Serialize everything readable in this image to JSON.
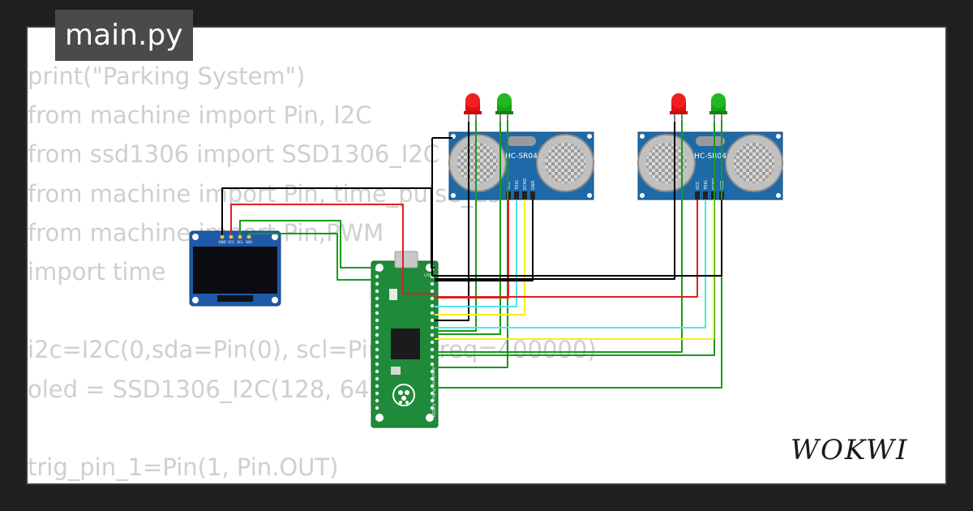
{
  "file_tab": {
    "label": "main.py"
  },
  "code_lines": [
    "print(\"Parking System\")",
    "from machine import Pin, I2C",
    "from ssd1306 import SSD1306_I2C",
    "from machine import Pin, time_pulse_us",
    "from machine import Pin,PWM",
    "import time",
    "",
    "i2c=I2C(0,sda=Pin(0), scl=Pin(1), freq=400000)",
    "oled = SSD1306_I2C(128, 64, i2c)",
    "",
    "trig_pin_1=Pin(1, Pin.OUT)"
  ],
  "components": {
    "oled_pins": [
      "GND",
      "VCC",
      "SCL",
      "SDA"
    ],
    "sensor_1": {
      "label": "HC-SR04",
      "pins": [
        "VCC",
        "TRIG",
        "ECHO",
        "GND"
      ]
    },
    "sensor_2": {
      "label": "HC-SR04",
      "pins": [
        "VCC",
        "TRIG",
        "ECHO",
        "GND"
      ]
    },
    "pico_label": "Raspberry Pi Pico ©2020",
    "pico_usb_label": "USB"
  },
  "colors": {
    "background": "#1f1f1f",
    "card": "#ffffff",
    "code_text": "#cfcfcf",
    "file_tab": "#4a4a4a",
    "wire_black": "#000000",
    "wire_red": "#e02020",
    "wire_green": "#1a9a1a",
    "wire_cyan": "#4de4f0",
    "wire_yellow": "#f5ee20",
    "pico_board": "#1e8a3a",
    "sensor_board": "#1e6aa8",
    "oled_board": "#1f5aa8"
  },
  "brand": {
    "logo_text": "WOKWI"
  }
}
